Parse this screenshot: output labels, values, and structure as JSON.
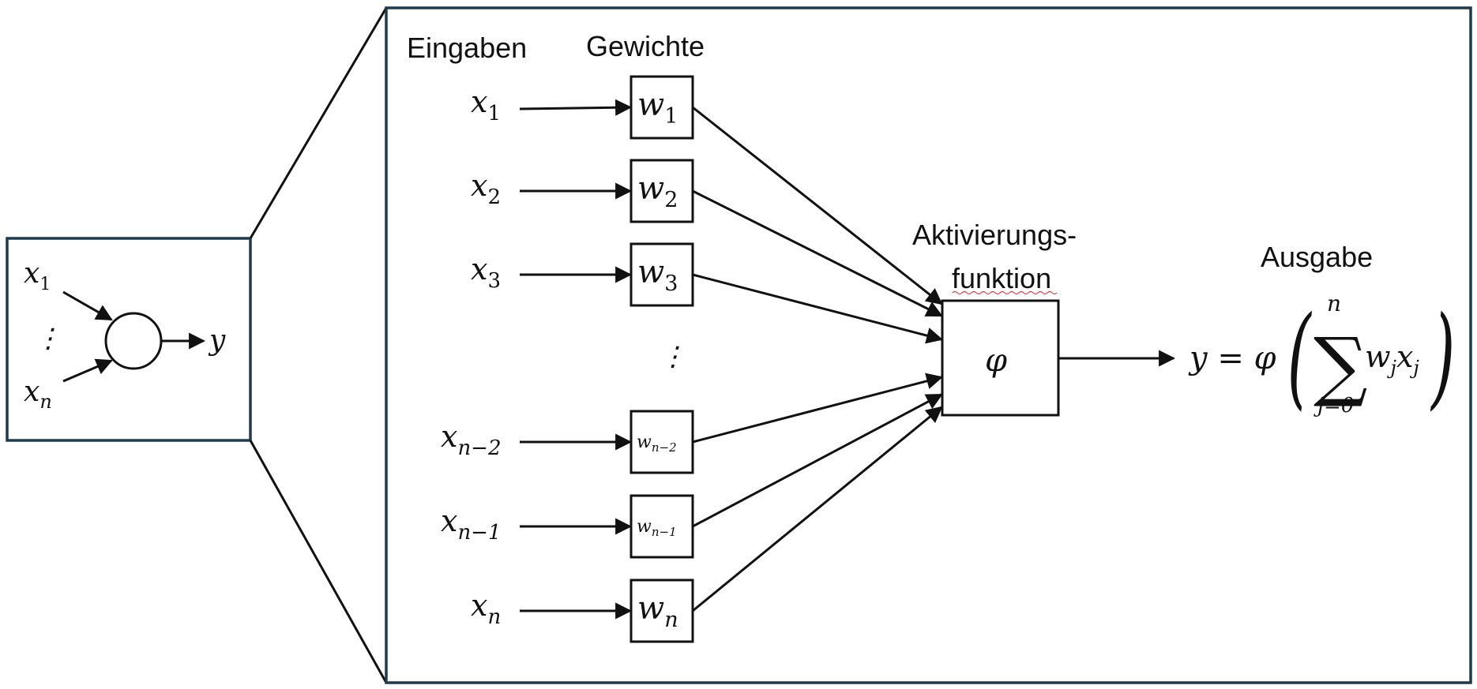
{
  "mini_neuron": {
    "input_first": "x",
    "input_first_sub": "1",
    "dots": "⋮",
    "input_last": "x",
    "input_last_sub": "n",
    "output": "y"
  },
  "headers": {
    "inputs": "Eingaben",
    "weights": "Gewichte",
    "activation_line1": "Aktivierungs-",
    "activation_line2": "funktion",
    "output": "Ausgabe"
  },
  "rows": [
    {
      "input": "x",
      "input_sub": "1",
      "weight": "w",
      "weight_sub": "1",
      "small": false
    },
    {
      "input": "x",
      "input_sub": "2",
      "weight": "w",
      "weight_sub": "2",
      "small": false
    },
    {
      "input": "x",
      "input_sub": "3",
      "weight": "w",
      "weight_sub": "3",
      "small": false
    },
    {
      "input": "x",
      "input_sub": "n−2",
      "weight": "w",
      "weight_sub": "n−2",
      "small": true
    },
    {
      "input": "x",
      "input_sub": "n−1",
      "weight": "w",
      "weight_sub": "n−1",
      "small": true
    },
    {
      "input": "x",
      "input_sub": "n",
      "weight": "w",
      "weight_sub": "n",
      "small": false
    }
  ],
  "middle_dots": "⋮",
  "activation_symbol": "φ",
  "formula": {
    "lhs": "y = φ",
    "sum_symbol": "∑",
    "sum_upper": "n",
    "sum_lower": "j=0",
    "term_w": "w",
    "term_w_sub": "j",
    "term_x": "x",
    "term_x_sub": "j",
    "paren_open": "(",
    "paren_close": ")"
  },
  "colors": {
    "frame": "#1f3a4d",
    "lines": "#111111",
    "spellcheck_underline": "#e23b3b"
  }
}
